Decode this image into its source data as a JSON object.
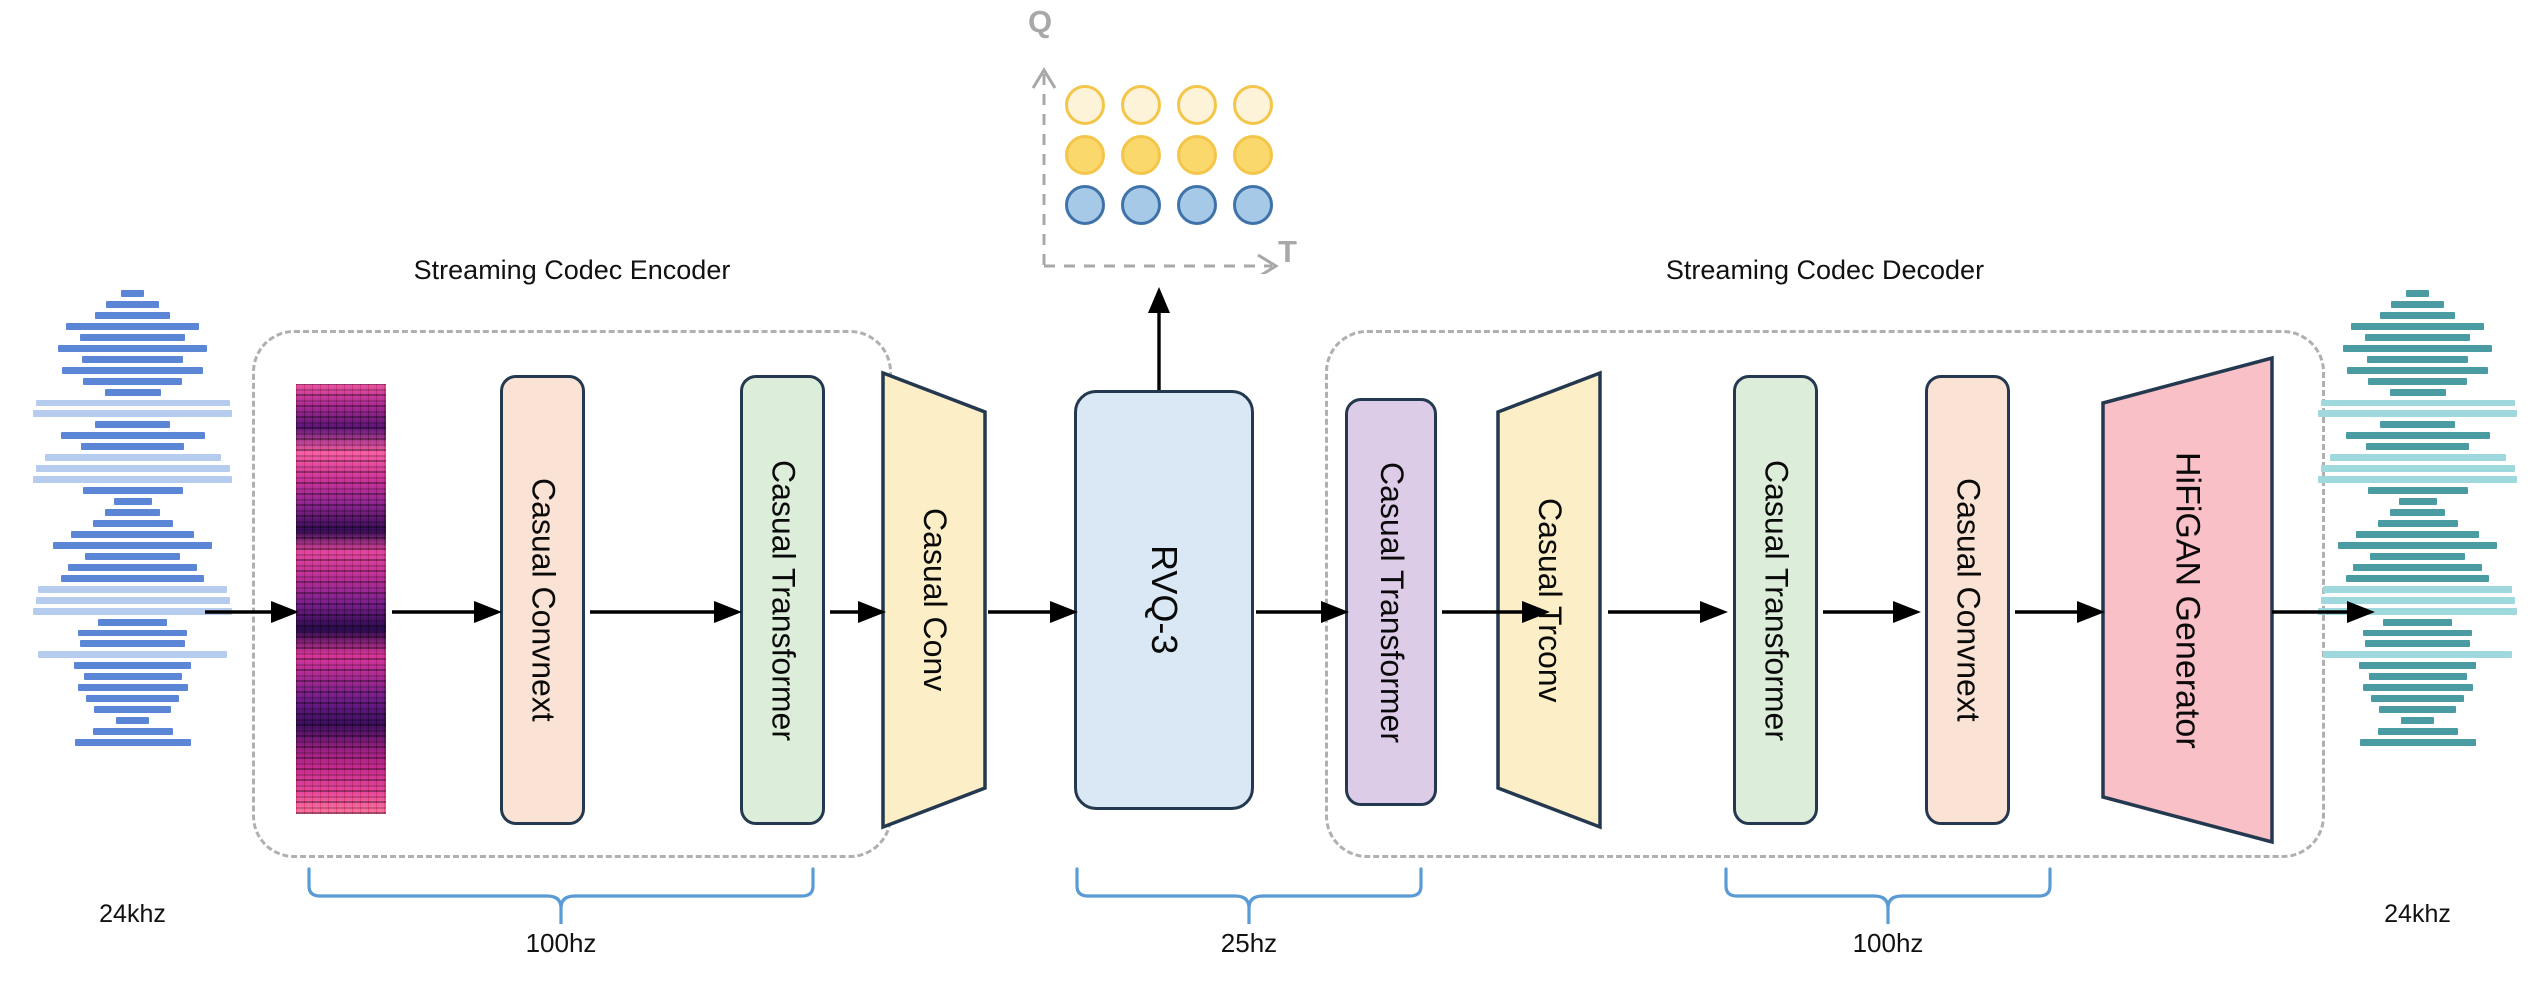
{
  "figure": {
    "type": "architecture-diagram",
    "background": "#ffffff"
  },
  "input": {
    "waveform_name": "input-waveform",
    "label": "24khz",
    "color_dark": "#5b86d6",
    "color_light": "#b6ccef"
  },
  "output": {
    "waveform_name": "output-waveform",
    "label": "24khz",
    "color_dark": "#4b9ba3",
    "color_light": "#9fd9dd"
  },
  "encoder": {
    "title": "Streaming Codec Encoder",
    "blocks": [
      {
        "id": "spectrogram",
        "label": "",
        "shape": "image",
        "fill": "",
        "border": ""
      },
      {
        "id": "casual-convnext",
        "label": "Casual Convnext",
        "shape": "rounded-rect",
        "fill": "#fae2d4",
        "border": "#24394f"
      },
      {
        "id": "casual-transformer",
        "label": "Casual Transformer",
        "shape": "rounded-rect",
        "fill": "#dcedda",
        "border": "#24394f"
      },
      {
        "id": "casual-conv",
        "label": "Casual Conv",
        "shape": "trapezoid-narrowing",
        "fill": "#fcefc8",
        "border": "#24394f"
      }
    ]
  },
  "quantizer": {
    "block": {
      "id": "rvq-3",
      "label": "RVQ-3",
      "shape": "rounded-rect",
      "fill": "#dae8f5",
      "border": "#24394f"
    },
    "axis_q": "Q",
    "axis_t": "T",
    "axis_color": "#a8a8a8",
    "rows": 3,
    "cols": 4,
    "row_colors": [
      {
        "name": "pale-yellow",
        "fill": "#fcf3d9",
        "border": "#f3c64b"
      },
      {
        "name": "yellow",
        "fill": "#fad86b",
        "border": "#f3c64b"
      },
      {
        "name": "blue",
        "fill": "#a6c9e8",
        "border": "#3e72a8"
      }
    ]
  },
  "decoder": {
    "title": "Streaming Codec Decoder",
    "blocks": [
      {
        "id": "casual-transformer-purple",
        "label": "Casual Transformer",
        "shape": "rounded-rect",
        "fill": "#ddcce8",
        "border": "#24394f"
      },
      {
        "id": "casual-trconv",
        "label": "Casual Trconv",
        "shape": "trapezoid-widening",
        "fill": "#fcefc8",
        "border": "#24394f"
      },
      {
        "id": "casual-transformer-green",
        "label": "Casual Transformer",
        "shape": "rounded-rect",
        "fill": "#dcedda",
        "border": "#24394f"
      },
      {
        "id": "casual-convnext-dec",
        "label": "Casual Convnext",
        "shape": "rounded-rect",
        "fill": "#fae2d4",
        "border": "#24394f"
      },
      {
        "id": "hifigan-generator",
        "label": "HiFiGAN Generator",
        "shape": "trapezoid-widening",
        "fill": "#f9c0c8",
        "border": "#24394f"
      }
    ]
  },
  "rate_braces": [
    {
      "id": "brace-encoder-100hz",
      "label": "100hz",
      "color": "#5b9bd5"
    },
    {
      "id": "brace-rvq-25hz",
      "label": "25hz",
      "color": "#5b9bd5"
    },
    {
      "id": "brace-decoder-100hz",
      "label": "100hz",
      "color": "#5b9bd5"
    }
  ]
}
